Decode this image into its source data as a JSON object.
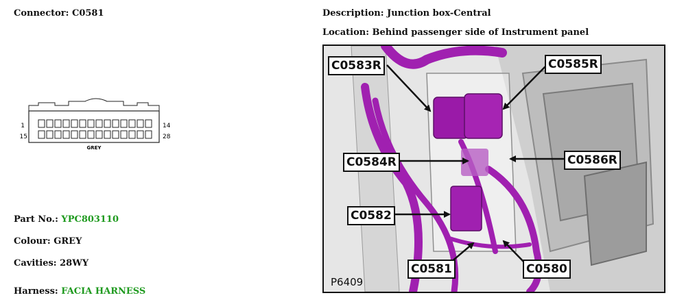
{
  "connector": {
    "label": "Connector:",
    "value": "C0581"
  },
  "description": {
    "label": "Description:",
    "value": "Junction box-Central"
  },
  "location": {
    "label": "Location:",
    "value": "Behind passenger side of Instrument panel"
  },
  "pinout": {
    "pin_top_left": "1",
    "pin_top_right": "14",
    "pin_bottom_left": "15",
    "pin_bottom_right": "28",
    "colour_label": "GREY"
  },
  "part_no": {
    "label": "Part No.:",
    "value": "YPC803110"
  },
  "colour": {
    "label": "Colour:",
    "value": "GREY"
  },
  "cavities": {
    "label": "Cavities:",
    "value": "28WY"
  },
  "harness": {
    "label": "Harness:",
    "value": "FACIA HARNESS"
  },
  "photo": {
    "id": "P6409",
    "callouts": {
      "c0583r": "C0583R",
      "c0585r": "C0585R",
      "c0584r": "C0584R",
      "c0586r": "C0586R",
      "c0582": "C0582",
      "c0581": "C0581",
      "c0580": "C0580"
    }
  },
  "colors": {
    "harness": "#a020b0",
    "highlight": "#1f9a1f"
  }
}
